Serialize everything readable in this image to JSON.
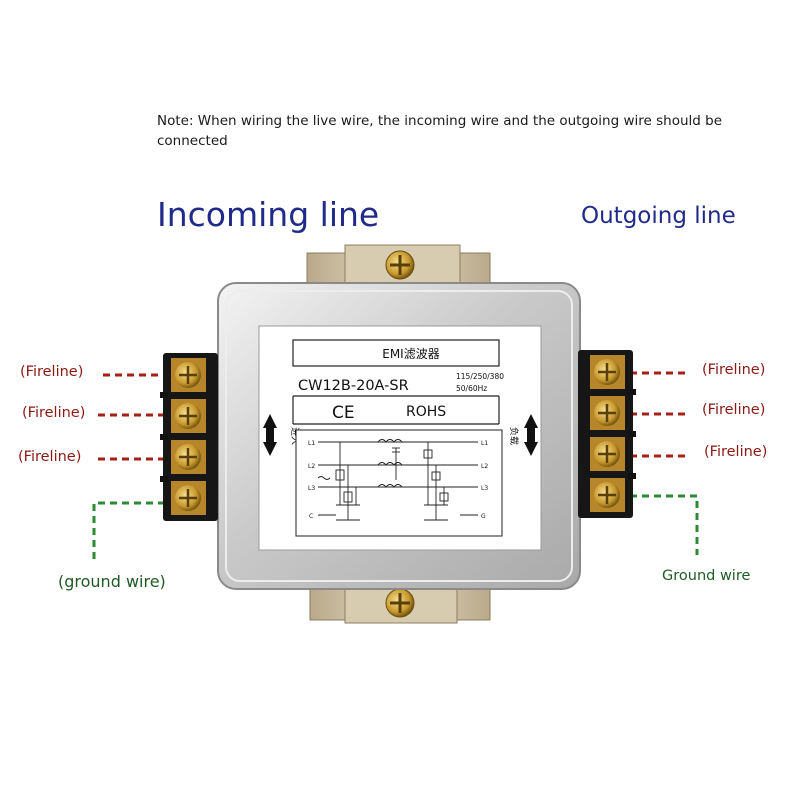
{
  "note": "Note: When wiring the live wire, the incoming wire and the outgoing wire should be connected",
  "incoming_title": "Incoming line",
  "outgoing_title": "Outgoing line",
  "left_labels": [
    "(Fireline)",
    "(Fireline)",
    "(Fireline)"
  ],
  "right_labels": [
    "(Fireline)",
    "(Fireline)",
    "(Fireline)"
  ],
  "ground_left": "(ground wire)",
  "ground_right": "Ground wire",
  "device": {
    "header": "EMI滤波器",
    "model": "CW12B-20A-SR",
    "rating_line1": "115/250/380",
    "rating_line2": "50/60Hz",
    "ce": "CE",
    "rohs": "ROHS",
    "in_label": "进入",
    "out_label": "负载",
    "pins_left": [
      "L1",
      "L2",
      "L3",
      "C"
    ],
    "pins_right": [
      "L1",
      "L2",
      "L3",
      "G"
    ]
  },
  "colors": {
    "title": "#1f2a8a",
    "fireline": "#8b1a14",
    "ground": "#1f5a25",
    "brass": "#c99a2e"
  }
}
